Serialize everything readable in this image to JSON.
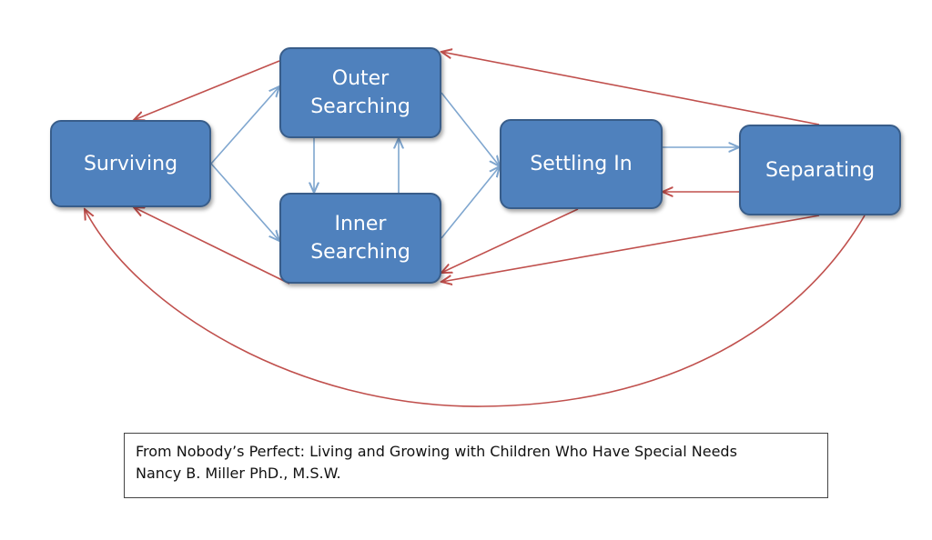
{
  "nodes": {
    "surviving": "Surviving",
    "outer": "Outer\nSearching",
    "inner": "Inner\nSearching",
    "settling": "Settling In",
    "separating": "Separating"
  },
  "citation": {
    "line1": "From Nobody’s Perfect: Living and Growing with Children Who Have Special Needs",
    "line2": "Nancy B. Miller PhD., M.S.W."
  },
  "colors": {
    "node_fill": "#4f81bd",
    "node_border": "#385d8a",
    "forward_arrow": "#7fa6cf",
    "backward_arrow": "#c0504d"
  },
  "edges": [
    {
      "from": "surviving",
      "to": "outer",
      "kind": "forward"
    },
    {
      "from": "surviving",
      "to": "inner",
      "kind": "forward"
    },
    {
      "from": "outer",
      "to": "inner",
      "kind": "forward"
    },
    {
      "from": "inner",
      "to": "outer",
      "kind": "forward"
    },
    {
      "from": "outer",
      "to": "settling",
      "kind": "forward"
    },
    {
      "from": "inner",
      "to": "settling",
      "kind": "forward"
    },
    {
      "from": "settling",
      "to": "separating",
      "kind": "forward"
    },
    {
      "from": "outer",
      "to": "surviving",
      "kind": "backward"
    },
    {
      "from": "inner",
      "to": "surviving",
      "kind": "backward"
    },
    {
      "from": "settling",
      "to": "inner",
      "kind": "backward"
    },
    {
      "from": "separating",
      "to": "settling",
      "kind": "backward"
    },
    {
      "from": "separating",
      "to": "outer",
      "kind": "backward"
    },
    {
      "from": "separating",
      "to": "inner",
      "kind": "backward"
    },
    {
      "from": "separating",
      "to": "surviving",
      "kind": "backward"
    }
  ]
}
